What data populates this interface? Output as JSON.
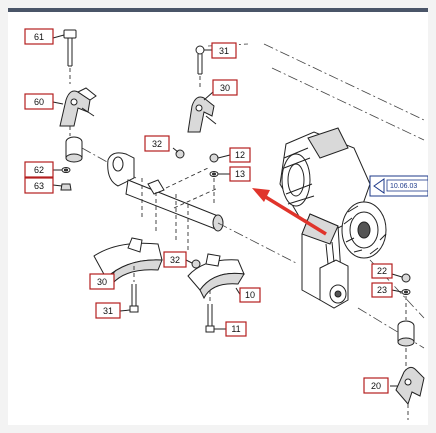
{
  "callouts": {
    "c61": "61",
    "c60": "60",
    "c62": "62",
    "c63": "63",
    "c31_top": "31",
    "c30_top": "30",
    "c32_top": "32",
    "c12": "12",
    "c13": "13",
    "c30_bottom": "30",
    "c32_bottom": "32",
    "c31_bottom": "31",
    "c10": "10",
    "c11": "11",
    "c22": "22",
    "c23": "23",
    "c20": "20"
  },
  "reference": {
    "label": "10.06.03"
  },
  "colors": {
    "callout_border": "#b41e1e",
    "arrow": "#e0342b",
    "reference": "#1e3a8a"
  }
}
